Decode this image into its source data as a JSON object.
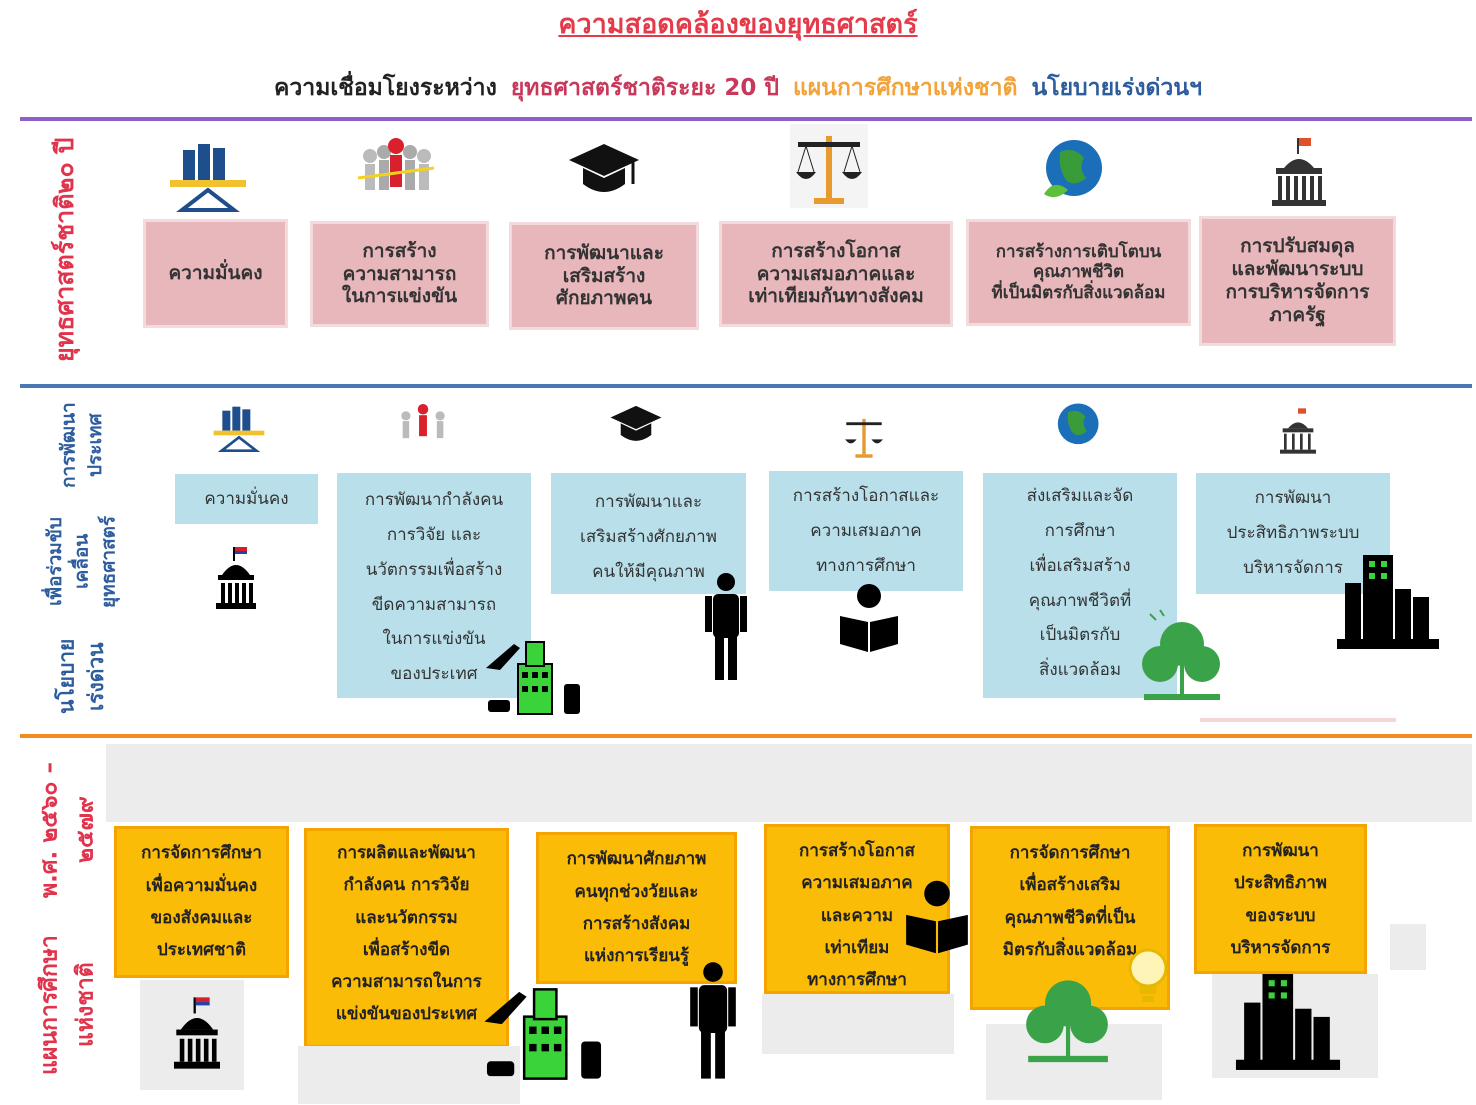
{
  "title": "ความสอดคล้องของยุทธศาสตร์",
  "subtitle": {
    "prefix": "ความเชื่อมโยงระหว่าง",
    "part1": "ยุทธศาสตร์ชาติระยะ 20 ปี",
    "part2": "แผนการศึกษาแห่งชาติ",
    "part3": "นโยบายเร่งด่วนฯ"
  },
  "colors": {
    "title": "#e53a4a",
    "part1": "#c8385a",
    "part2": "#f2a33a",
    "part3": "#2e5d9e",
    "rule1": "#8e5fc6",
    "rule2": "#4a78b5",
    "rule3": "#f28c1e"
  },
  "rows": {
    "strategy": {
      "label_line1": "ยุทธศาสตร์ชาติ",
      "label_line2": "๒๐ ปี",
      "items": [
        {
          "icon": "balance-chart-icon",
          "text": "ความมั่นคง"
        },
        {
          "icon": "team-race-icon",
          "text": "การสร้าง\nความสามารถ\nในการแข่งขัน"
        },
        {
          "icon": "graduation-cap-icon",
          "text": "การพัฒนาและ\nเสริมสร้าง\nศักยภาพคน"
        },
        {
          "icon": "scales-icon",
          "text": "การสร้างโอกาส\nความเสมอภาคและ\nเท่าเทียมกันทางสังคม"
        },
        {
          "icon": "globe-icon",
          "text": "การสร้างการเติบโตบน\nคุณภาพชีวิต\nที่เป็นมิตรกับสิ่งแวดล้อม"
        },
        {
          "icon": "government-building-icon",
          "text": "การปรับสมดุล\nและพัฒนาระบบ\nการบริหารจัดการ\nภาครัฐ"
        }
      ]
    },
    "policy": {
      "label_line1": "นโยบายเร่งด่วน",
      "label_line2": "เพื่อร่วมขับเคลื่อนยุทธศาสตร์",
      "label_line3": "การพัฒนาประเทศ",
      "items": [
        {
          "icon": "balance-chart-icon",
          "text": "ความมั่นคง"
        },
        {
          "icon": "team-race-icon",
          "text": "การพัฒนากำลังคน\nการวิจัย และ\nนวัตกรรมเพื่อสร้าง\nขีดความสามารถ\nในการแข่งขัน\nของประเทศ"
        },
        {
          "icon": "graduation-cap-icon",
          "text": "การพัฒนาและ\nเสริมสร้างศักยภาพ\nคนให้มีคุณภาพ"
        },
        {
          "icon": "scales-icon",
          "text": "การสร้างโอกาสและ\nความเสมอภาค\nทางการศึกษา"
        },
        {
          "icon": "globe-icon",
          "text": "ส่งเสริมและจัด\nการศึกษา\nเพื่อเสริมสร้าง\nคุณภาพชีวิตที่\nเป็นมิตรกับ\nสิ่งแวดล้อม"
        },
        {
          "icon": "government-building-icon",
          "text": "การพัฒนา\nประสิทธิภาพระบบ\nบริหารจัดการ"
        }
      ]
    },
    "plan": {
      "label_line1": "แผนการศึกษาแห่งชาติ",
      "label_line2": "พ.ศ. ๒๕๖๐ – ๒๕๗๙",
      "items": [
        {
          "text": "การจัดการศึกษา\nเพื่อความมั่นคง\nของสังคมและ\nประเทศชาติ"
        },
        {
          "text": "การผลิตและพัฒนา\nกำลังคน การวิจัย\nและนวัตกรรม\nเพื่อสร้างขีด\nความสามารถในการ\nแข่งขันของประเทศ"
        },
        {
          "text": "การพัฒนาศักยภาพ\nคนทุกช่วงวัยและ\nการสร้างสังคม\nแห่งการเรียนรู้"
        },
        {
          "text": "การสร้างโอกาส\nความเสมอภาค\nและความ\nเท่าเทียม\nทางการศึกษา"
        },
        {
          "text": "การจัดการศึกษา\nเพื่อสร้างเสริม\nคุณภาพชีวิตที่เป็น\nมิตรกับสิ่งแวดล้อม"
        },
        {
          "text": "การพัฒนา\nประสิทธิภาพ\nของระบบ\nบริหารจัดการ"
        }
      ]
    }
  }
}
